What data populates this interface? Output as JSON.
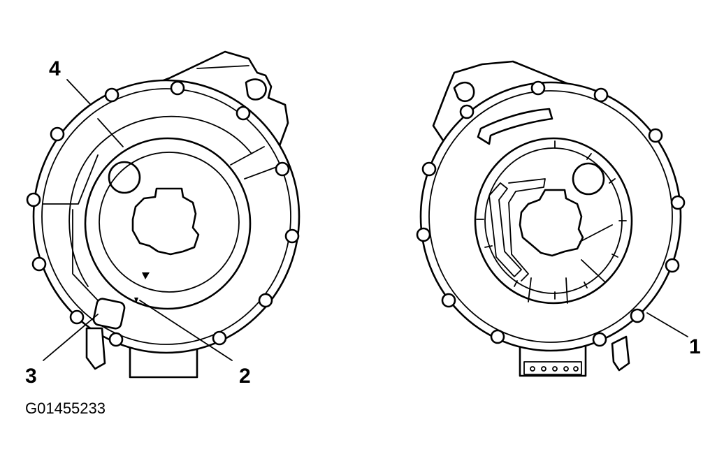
{
  "callouts": {
    "c1": "1",
    "c2": "2",
    "c3": "3",
    "c4": "4"
  },
  "figure_id": "G01455233"
}
